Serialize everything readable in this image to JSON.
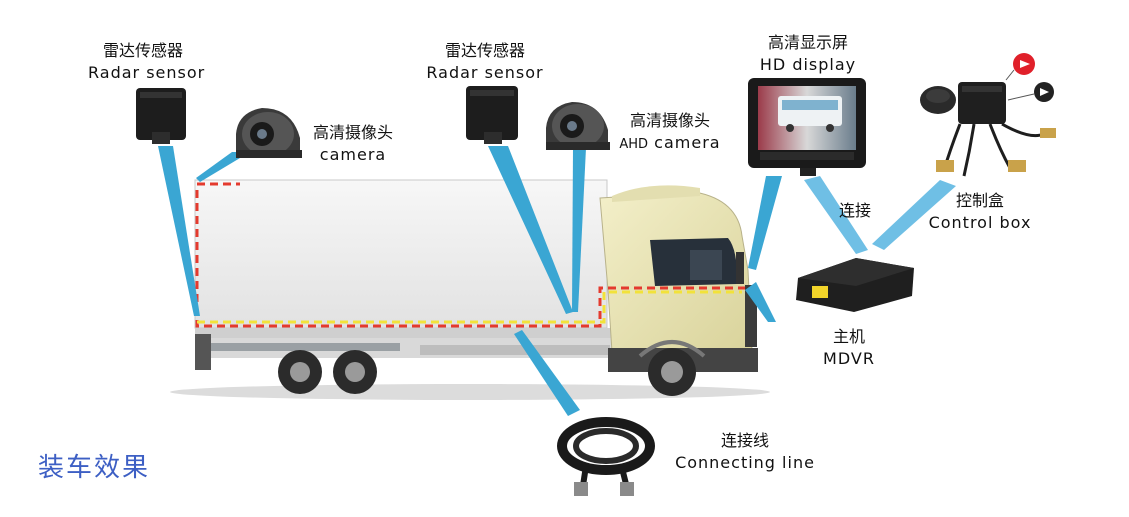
{
  "labels": {
    "radar_left": {
      "cn": "雷达传感器",
      "en": "Radar sensor"
    },
    "radar_mid": {
      "cn": "雷达传感器",
      "en": "Radar sensor"
    },
    "camera_left": {
      "cn": "高清摄像头",
      "en": "camera"
    },
    "camera_mid": {
      "cn": "高清摄像头",
      "en_prefix": "AHD",
      "en": "camera"
    },
    "display": {
      "cn": "高清显示屏",
      "en": "HD display"
    },
    "connect": "连接",
    "control_box": {
      "cn": "控制盒",
      "en": "Control box"
    },
    "mdvr": {
      "cn": "主机",
      "en": "MDVR"
    },
    "cable": {
      "cn": "连接线",
      "en": "Connecting line"
    },
    "effect": "装车效果"
  },
  "icons": [
    "radar-sensor-icon",
    "camera-icon",
    "hd-display-icon",
    "control-box-icon",
    "mdvr-icon",
    "cable-icon",
    "truck-icon"
  ],
  "colors": {
    "beam": "#3aa6d3",
    "beam_light": "#6fbfe5",
    "wire_red": "#e43a2e",
    "wire_yellow": "#f2e23a",
    "effect_text": "#3d5fc4",
    "truck_cab": "#ece7b8",
    "button_red": "#e0202a"
  }
}
